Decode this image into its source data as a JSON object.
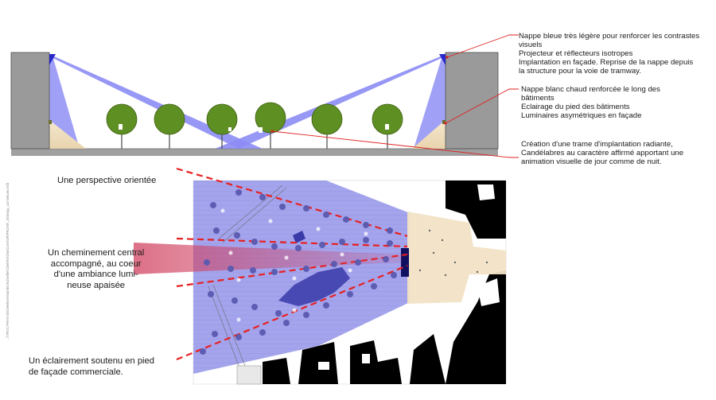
{
  "annotations": {
    "block1": [
      "Nappe bleue très légère pour renforcer les contrastes",
      "visuels",
      "Projecteur et réflecteurs isotropes",
      "Implantation en façade. Reprise de la nappe depuis",
      "la structure pour la voie de tramway."
    ],
    "block2": [
      "Nappe blanc chaud renforcée le long des",
      "bâtiments",
      "Eclairage du pied des bâtiments",
      "Luminaires asymétriques en façade"
    ],
    "block3": [
      "Création d'une trame d'implantation radiante,",
      "Candélabres au caractère affirmé apportant une",
      "animation visuelle de jour comme de nuit."
    ]
  },
  "plan_labels": {
    "perspective": [
      "Une perspective orientée"
    ],
    "central": [
      "Un cheminement central",
      "accompagné, au coeur",
      "d'une ambiance lumi-",
      "neuse apaisée"
    ],
    "facade": [
      "Un éclairement soutenu en pied",
      "de façade commerciale."
    ]
  },
  "side_text": "...\\\\TRVC-FRAN-D01\\Mehem\\Mardeo\\Schwiller\\Cite\\IRU\\Oiry\\Conv\\UR\\PROVE\\_Strategy_Lumineuse.indd",
  "colors": {
    "blue_light": "#8c8cf5",
    "warm_light": "#f2e3c6",
    "tree": "#5e8f22",
    "annotation_line": "#e02020",
    "building": "#9a9a9a"
  }
}
